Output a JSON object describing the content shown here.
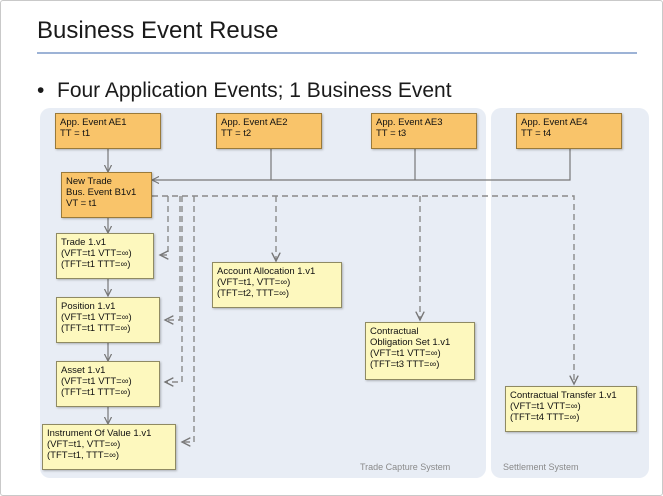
{
  "slide": {
    "title": "Business Event Reuse",
    "bullet": "Four Application Events; 1 Business Event"
  },
  "panels": {
    "trade_capture": "Trade Capture System",
    "settlement": "Settlement System"
  },
  "application_events": [
    {
      "line1": "App. Event AE1",
      "line2": "TT = t1"
    },
    {
      "line1": "App. Event AE2",
      "line2": "TT = t2"
    },
    {
      "line1": "App. Event AE3",
      "line2": "TT = t3"
    },
    {
      "line1": "App. Event AE4",
      "line2": "TT = t4"
    }
  ],
  "business_event": {
    "line1": "New Trade",
    "line2": "Bus. Event B1v1",
    "line3": "VT = t1"
  },
  "chain": [
    {
      "line1": "Trade 1.v1",
      "line2": "(VFT=t1 VTT=∞)",
      "line3": "(TFT=t1 TTT=∞)"
    },
    {
      "line1": "Position 1.v1",
      "line2": "(VFT=t1 VTT=∞)",
      "line3": "(TFT=t1 TTT=∞)"
    },
    {
      "line1": "Asset 1.v1",
      "line2": "(VFT=t1 VTT=∞)",
      "line3": "(TFT=t1 TTT=∞)"
    },
    {
      "line1": "Instrument Of Value 1.v1",
      "line2": "(VFT=t1, VTT=∞)",
      "line3": "(TFT=t1, TTT=∞)"
    }
  ],
  "account_allocation": {
    "line1": "Account Allocation 1.v1",
    "line2": "(VFT=t1, VTT=∞)",
    "line3": "(TFT=t2, TTT=∞)"
  },
  "contractual_obligation": {
    "line1": "Contractual",
    "line2": "Obligation Set 1.v1",
    "line3": "(VFT=t1 VTT=∞)",
    "line4": "(TFT=t3 TTT=∞)"
  },
  "contractual_transfer": {
    "line1": "Contractual Transfer 1.v1",
    "line2": "(VFT=t1 VTT=∞)",
    "line3": "(TFT=t4 TTT=∞)"
  }
}
